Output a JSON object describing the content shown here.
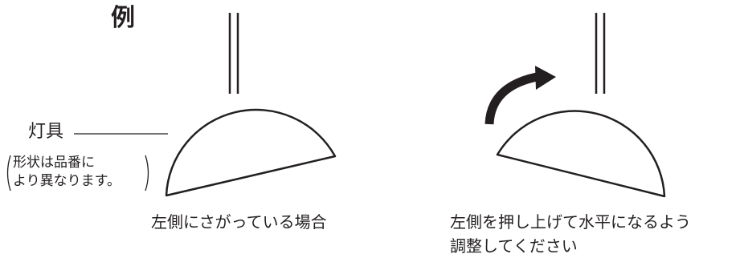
{
  "example_label": "例",
  "fixture_label": "灯具",
  "fixture_note": {
    "line1": "形状は品番に",
    "line2": "より異なります。"
  },
  "captions": {
    "left": "左側にさがっている場合",
    "right_line1": "左側を押し上げて水平になるよう",
    "right_line2": "調整してください"
  },
  "colors": {
    "line": "#231f20",
    "background": "#ffffff"
  },
  "icons": [
    "curved-arrow-icon"
  ]
}
